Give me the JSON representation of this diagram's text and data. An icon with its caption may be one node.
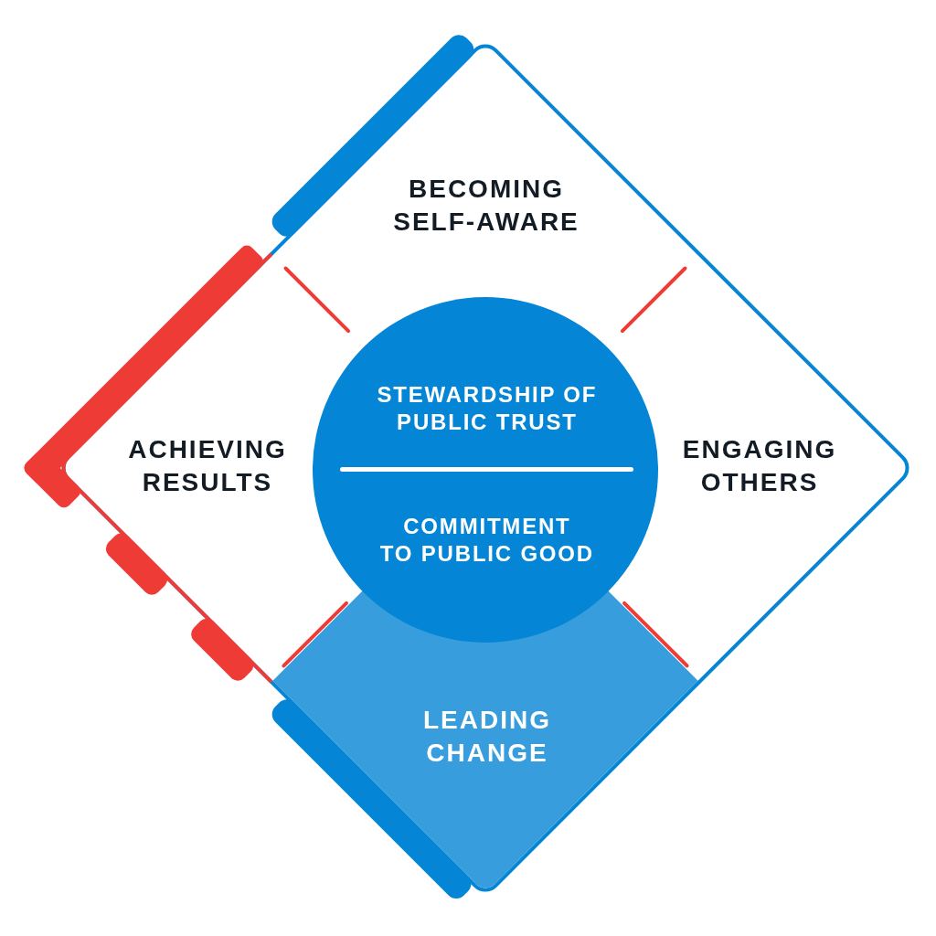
{
  "diagram": {
    "nodes": [
      {
        "text": [],
        "shape": "diamond"
      },
      {
        "text": [
          "BECOMING SELF-AWARE"
        ],
        "in": 0
      },
      {
        "text": [
          "ACHIEVING RESULTS"
        ],
        "in": 0
      },
      {
        "text": [
          "STEWARDSHIP OF PUBLIC TRUST",
          "COMMITMENT TO PUBLIC GOOD"
        ],
        "in": 0
      },
      {
        "text": [
          "ENGAGING OTHERS"
        ],
        "in": 0
      },
      {
        "text": [
          "LEADING CHANGE"
        ],
        "in": 0
      }
    ]
  }
}
